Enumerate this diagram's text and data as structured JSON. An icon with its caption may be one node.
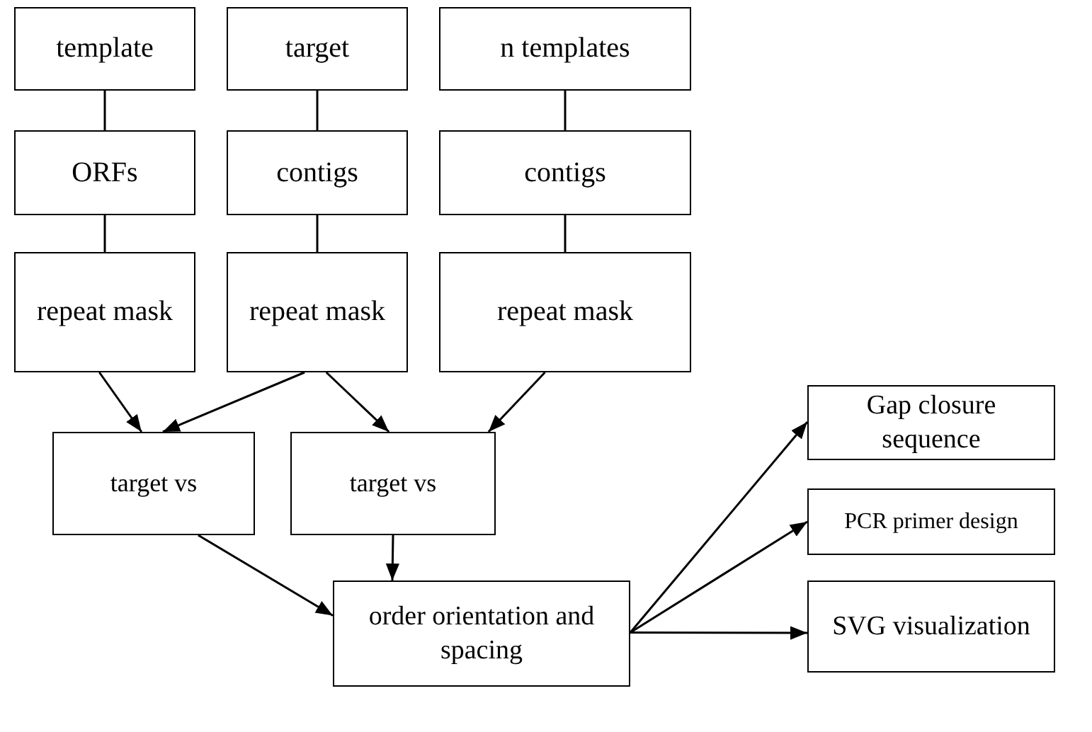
{
  "diagram": {
    "nodes": [
      {
        "text": [
          "template"
        ]
      },
      {
        "text": [
          "target"
        ]
      },
      {
        "text": [
          "n templates"
        ]
      },
      {
        "text": [
          "ORFs"
        ]
      },
      {
        "text": [
          "contigs"
        ]
      },
      {
        "text": [
          "contigs"
        ]
      },
      {
        "text": [
          "repeat mask"
        ]
      },
      {
        "text": [
          "repeat mask"
        ]
      },
      {
        "text": [
          "repeat mask"
        ]
      },
      {
        "text": [
          "target vs"
        ]
      },
      {
        "text": [
          "target vs"
        ]
      },
      {
        "text": [
          "order orientation and spacing"
        ]
      },
      {
        "text": [
          "Gap closure sequence"
        ]
      },
      {
        "text": [
          "PCR primer design"
        ]
      },
      {
        "text": [
          "SVG visualization"
        ]
      }
    ],
    "edges": [
      {
        "from": 0,
        "to": 3,
        "arrow": "none"
      },
      {
        "from": 3,
        "to": 6,
        "arrow": "none"
      },
      {
        "from": 1,
        "to": 4,
        "arrow": "none"
      },
      {
        "from": 4,
        "to": 7,
        "arrow": "none"
      },
      {
        "from": 2,
        "to": 5,
        "arrow": "none"
      },
      {
        "from": 5,
        "to": 8,
        "arrow": "none"
      },
      {
        "from": 6,
        "to": 9,
        "arrow": "to"
      },
      {
        "from": 7,
        "to": 9,
        "arrow": "to"
      },
      {
        "from": 7,
        "to": 10,
        "arrow": "to"
      },
      {
        "from": 8,
        "to": 10,
        "arrow": "to"
      },
      {
        "from": 9,
        "to": 11,
        "arrow": "to"
      },
      {
        "from": 10,
        "to": 11,
        "arrow": "to"
      },
      {
        "from": 11,
        "to": 12,
        "arrow": "to"
      },
      {
        "from": 11,
        "to": 13,
        "arrow": "to"
      },
      {
        "from": 11,
        "to": 14,
        "arrow": "to"
      }
    ]
  }
}
